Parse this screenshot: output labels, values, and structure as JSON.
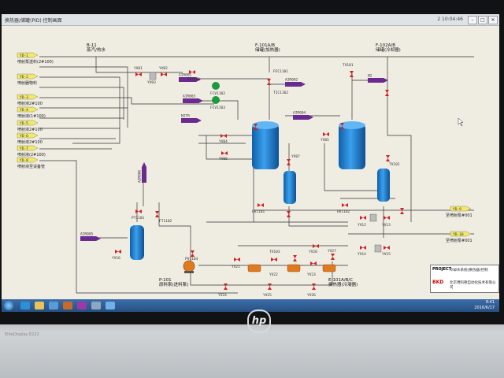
{
  "window": {
    "title": "换热器/储罐(PID) 控制画面",
    "meta": "2  10:04:46",
    "min": "–",
    "max": "□",
    "close": "✕"
  },
  "headers": {
    "left": "B-11\n蒸汽/热水",
    "mid": "F-101A/B\n储罐(加热器)",
    "right": "F-102A/B\n储罐(冷却器)",
    "bottom_left": "P-101\n原料泵(进料泵)",
    "bottom_right": "E-101A/B/C\n换热器(冷凝器)"
  },
  "left_inputs": [
    {
      "tag": "YD-1",
      "label": "喷射泵送料(2#100)"
    },
    {
      "tag": "YD-2",
      "label": "喷射器物料"
    },
    {
      "tag": "YD-3",
      "label": "喷射液2#100"
    },
    {
      "tag": "YD-4",
      "label": "喷射液(1#100)"
    },
    {
      "tag": "YD-5",
      "label": "喷射液2#100"
    },
    {
      "tag": "YD-6",
      "label": "喷射液2#100"
    },
    {
      "tag": "YD-7",
      "label": "喷射液(2#100)"
    },
    {
      "tag": "YD-8",
      "label": "喷射液至设备管"
    }
  ],
  "right_outputs": [
    {
      "tag": "YD-9",
      "label": "至喷射泵#001"
    },
    {
      "tag": "YD-10",
      "label": "至喷射泵#001"
    }
  ],
  "valve_tags": [
    "YV01",
    "YV02",
    "YV03",
    "PV1101",
    "FCV1102",
    "FCV1103",
    "PIC1101",
    "TV101",
    "TIC1102",
    "YV04",
    "YV05",
    "YV06",
    "YV07",
    "TV102",
    "HV1101",
    "HV1102",
    "PV1104",
    "YV12",
    "YV13",
    "YV14",
    "YV15",
    "YV16",
    "PT1101",
    "FT1102",
    "TV103",
    "YV20",
    "YV21",
    "YV22",
    "YV23",
    "YV24",
    "YV25",
    "YV26",
    "YV27"
  ],
  "arrows": {
    "a1": "AIR001",
    "a2": "AIR002",
    "a3": "N2",
    "a4": "NITR",
    "a5": "AIR003",
    "a6": "AIR004",
    "a7": "AIR005",
    "a8": "AIR006"
  },
  "logo_panel": {
    "brand": "PROJECT",
    "row1": "冷却水系统(换热器)控制",
    "bkd": "BKD",
    "row2": "北京博科德自动化技术有限公司"
  },
  "taskbar": {
    "time": "9:41",
    "date": "2016/6/17"
  },
  "monitor": {
    "logo": "hp",
    "model": "EliteDisplay E222"
  },
  "colors": {
    "vessel": "#1e7fd0",
    "pipe": "#222222",
    "valve_red": "#d22020",
    "valve_green": "#1a9a3a",
    "arrow_purple": "#6b2a8f",
    "tag_yellow": "#f2e86a",
    "pump_orange": "#e07a1e"
  }
}
